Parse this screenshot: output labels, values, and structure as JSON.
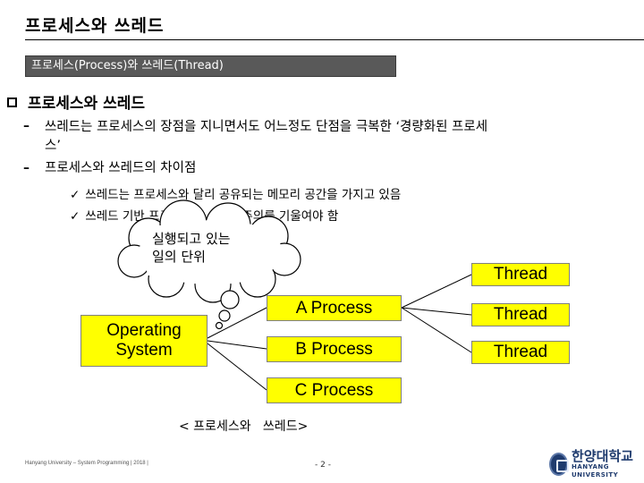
{
  "title": "프로세스와 쓰레드",
  "section_bar": "프로세스(Process)와 쓰레드(Thread)",
  "heading": "프로세스와 쓰레드",
  "bullets": [
    {
      "dash": "–",
      "line1": "쓰레드는 프로세스의 장점을 지니면서도 어느정도 단점을 극복한 ‘경량화된 프로세",
      "line2": "스’"
    },
    {
      "dash": "–",
      "line1": "프로세스와 쓰레드의 차이점"
    }
  ],
  "checks": [
    {
      "mark": "✓",
      "text": "쓰레드는 프로세스와 달리 공유되는 메모리 공간을 가지고 있음"
    },
    {
      "mark": "✓",
      "text": "쓰레드 기반 프로그래밍 : 많은 주의를 기울여야 함"
    }
  ],
  "diagram": {
    "cloud_line1": "실행되고 있는",
    "cloud_line2": "일의 단위",
    "os_line1": "Operating",
    "os_line2": "System",
    "processes": [
      "A Process",
      "B Process",
      "C Process"
    ],
    "threads": [
      "Thread",
      "Thread",
      "Thread"
    ],
    "box_color": "#ffff00"
  },
  "caption": "< 프로세스와   쓰레드>",
  "footer": {
    "left": "Hanyang University – System Programming | 2018 |",
    "page": "- 2 -",
    "logo_ko": "한양대학교",
    "logo_en": "HANYANG UNIVERSITY"
  }
}
